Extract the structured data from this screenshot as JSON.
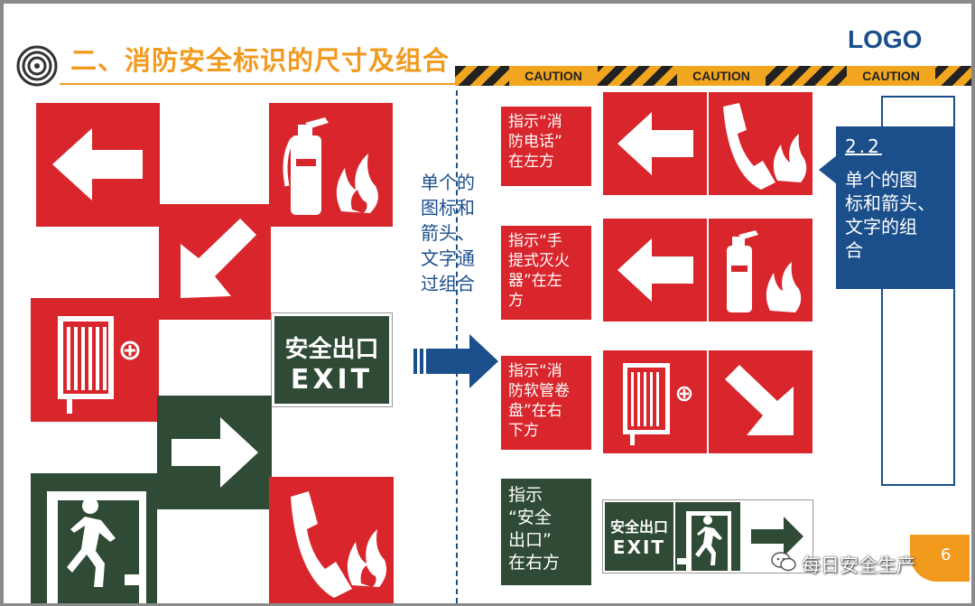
{
  "header": {
    "title": "二、消防安全标识的尺寸及组合",
    "logo": "LOGO",
    "caution": [
      "CAUTION",
      "CAUTION",
      "CAUTION"
    ]
  },
  "left_signs": {
    "exit_cn": "安全出口",
    "exit_en": "EXIT"
  },
  "middle_text": "单个的\n图标和\n箭头、\n文字通\n过组合",
  "labels": [
    "指示“消\n防电话”\n在左方",
    "指示“手\n提式灭火\n器”在左\n方",
    "指示“消\n防软管卷\n盘”在右\n下方",
    "指示\n“安全\n出口”\n在右方"
  ],
  "combo_exit": {
    "cn": "安全出口",
    "en": "EXIT"
  },
  "side_box": {
    "number": "2.2",
    "text": "单个的图\n标和箭头、\n文字的组\n合"
  },
  "footer": {
    "page_num": "6",
    "watermark": "每日安全生产"
  },
  "colors": {
    "sign_red": "#d8262c",
    "sign_green": "#2f4a35",
    "accent_blue": "#1b4f8c",
    "title_orange": "#f29a1e"
  }
}
